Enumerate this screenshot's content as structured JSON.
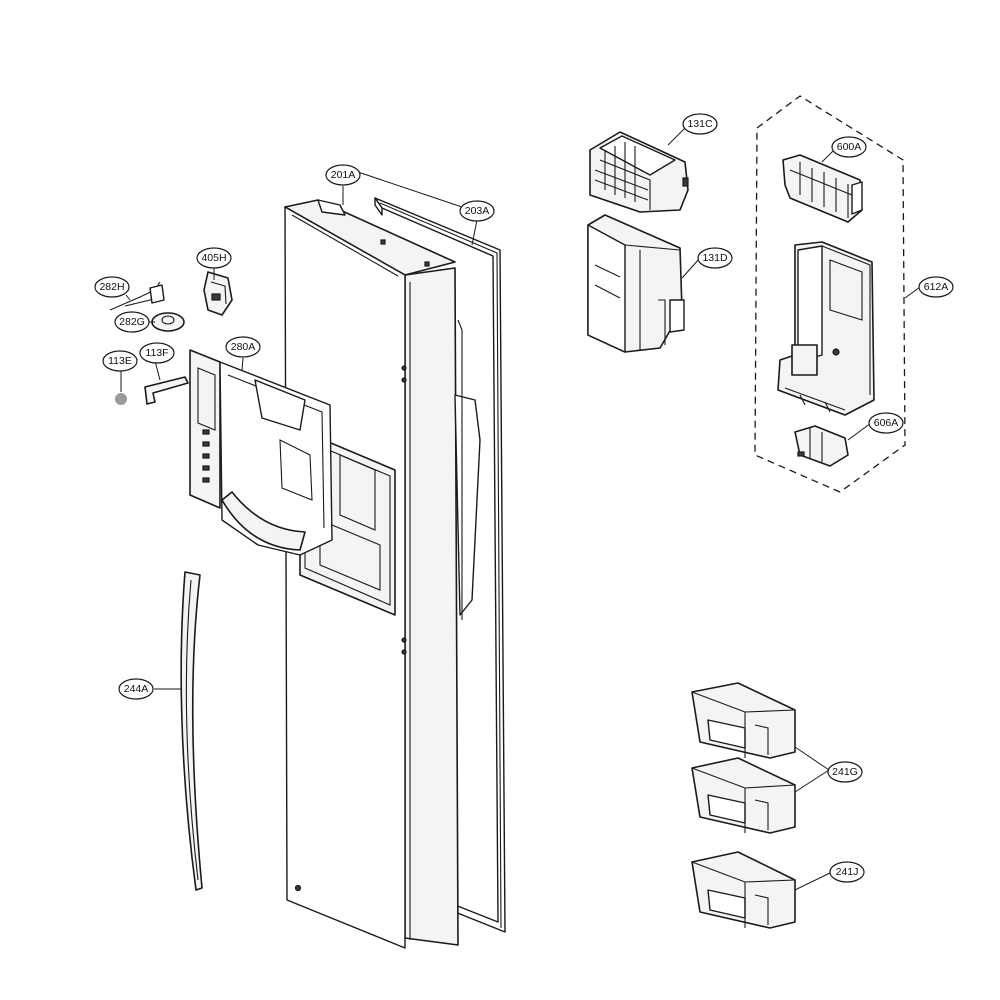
{
  "labels": {
    "l201A": "201A",
    "l203A": "203A",
    "l405H": "405H",
    "l282H": "282H",
    "l282G": "282G",
    "l113E": "113E",
    "l113F": "113F",
    "l280A": "280A",
    "l244A": "244A",
    "l131C": "131C",
    "l131D": "131D",
    "l600A": "600A",
    "l612A": "612A",
    "l606A": "606A",
    "l241G": "241G",
    "l241J": "241J"
  }
}
